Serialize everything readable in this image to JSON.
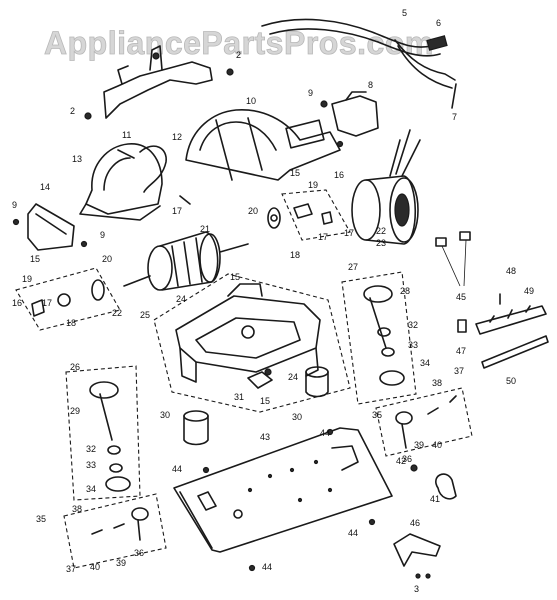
{
  "watermark": "AppliancePartsPros.com",
  "callouts": [
    {
      "id": "c1",
      "text": "2"
    },
    {
      "id": "c2",
      "text": "2"
    },
    {
      "id": "c3",
      "text": "5"
    },
    {
      "id": "c4",
      "text": "6"
    },
    {
      "id": "c5",
      "text": "7"
    },
    {
      "id": "c6",
      "text": "8"
    },
    {
      "id": "c7",
      "text": "9"
    },
    {
      "id": "c8",
      "text": "10"
    },
    {
      "id": "c9",
      "text": "11"
    },
    {
      "id": "c10",
      "text": "12"
    },
    {
      "id": "c11",
      "text": "13"
    },
    {
      "id": "c12",
      "text": "14"
    },
    {
      "id": "c13",
      "text": "9"
    },
    {
      "id": "c14",
      "text": "9"
    },
    {
      "id": "c15",
      "text": "15"
    },
    {
      "id": "c16",
      "text": "19"
    },
    {
      "id": "c17",
      "text": "16"
    },
    {
      "id": "c18",
      "text": "20"
    },
    {
      "id": "c19",
      "text": "17"
    },
    {
      "id": "c20",
      "text": "18"
    },
    {
      "id": "c21",
      "text": "17"
    },
    {
      "id": "c22",
      "text": "22"
    },
    {
      "id": "c23",
      "text": "23"
    },
    {
      "id": "c24",
      "text": "21"
    },
    {
      "id": "c25",
      "text": "17"
    },
    {
      "id": "c26",
      "text": "15"
    },
    {
      "id": "c27",
      "text": "20"
    },
    {
      "id": "c28",
      "text": "19"
    },
    {
      "id": "c29",
      "text": "16"
    },
    {
      "id": "c30",
      "text": "17"
    },
    {
      "id": "c31",
      "text": "18"
    },
    {
      "id": "c32",
      "text": "22"
    },
    {
      "id": "c33",
      "text": "15"
    },
    {
      "id": "c34",
      "text": "24"
    },
    {
      "id": "c35",
      "text": "25"
    },
    {
      "id": "c36",
      "text": "27"
    },
    {
      "id": "c37",
      "text": "28"
    },
    {
      "id": "c38",
      "text": "45"
    },
    {
      "id": "c39",
      "text": "48"
    },
    {
      "id": "c40",
      "text": "49"
    },
    {
      "id": "c41",
      "text": "32"
    },
    {
      "id": "c42",
      "text": "33"
    },
    {
      "id": "c43",
      "text": "34"
    },
    {
      "id": "c44",
      "text": "47"
    },
    {
      "id": "c45",
      "text": "50"
    },
    {
      "id": "c46",
      "text": "26"
    },
    {
      "id": "c47",
      "text": "29"
    },
    {
      "id": "c48",
      "text": "31"
    },
    {
      "id": "c49",
      "text": "24"
    },
    {
      "id": "c50",
      "text": "15"
    },
    {
      "id": "c51",
      "text": "30"
    },
    {
      "id": "c52",
      "text": "30"
    },
    {
      "id": "c53",
      "text": "38"
    },
    {
      "id": "c54",
      "text": "37"
    },
    {
      "id": "c55",
      "text": "35"
    },
    {
      "id": "c56",
      "text": "32"
    },
    {
      "id": "c57",
      "text": "33"
    },
    {
      "id": "c58",
      "text": "34"
    },
    {
      "id": "c59",
      "text": "39"
    },
    {
      "id": "c60",
      "text": "40"
    },
    {
      "id": "c61",
      "text": "36"
    },
    {
      "id": "c62",
      "text": "44"
    },
    {
      "id": "c63",
      "text": "43"
    },
    {
      "id": "c64",
      "text": "44"
    },
    {
      "id": "c65",
      "text": "42"
    },
    {
      "id": "c66",
      "text": "41"
    },
    {
      "id": "c67",
      "text": "35"
    },
    {
      "id": "c68",
      "text": "38"
    },
    {
      "id": "c69",
      "text": "37"
    },
    {
      "id": "c70",
      "text": "40"
    },
    {
      "id": "c71",
      "text": "39"
    },
    {
      "id": "c72",
      "text": "36"
    },
    {
      "id": "c73",
      "text": "44"
    },
    {
      "id": "c74",
      "text": "46"
    },
    {
      "id": "c75",
      "text": "44"
    },
    {
      "id": "c76",
      "text": "3"
    }
  ]
}
